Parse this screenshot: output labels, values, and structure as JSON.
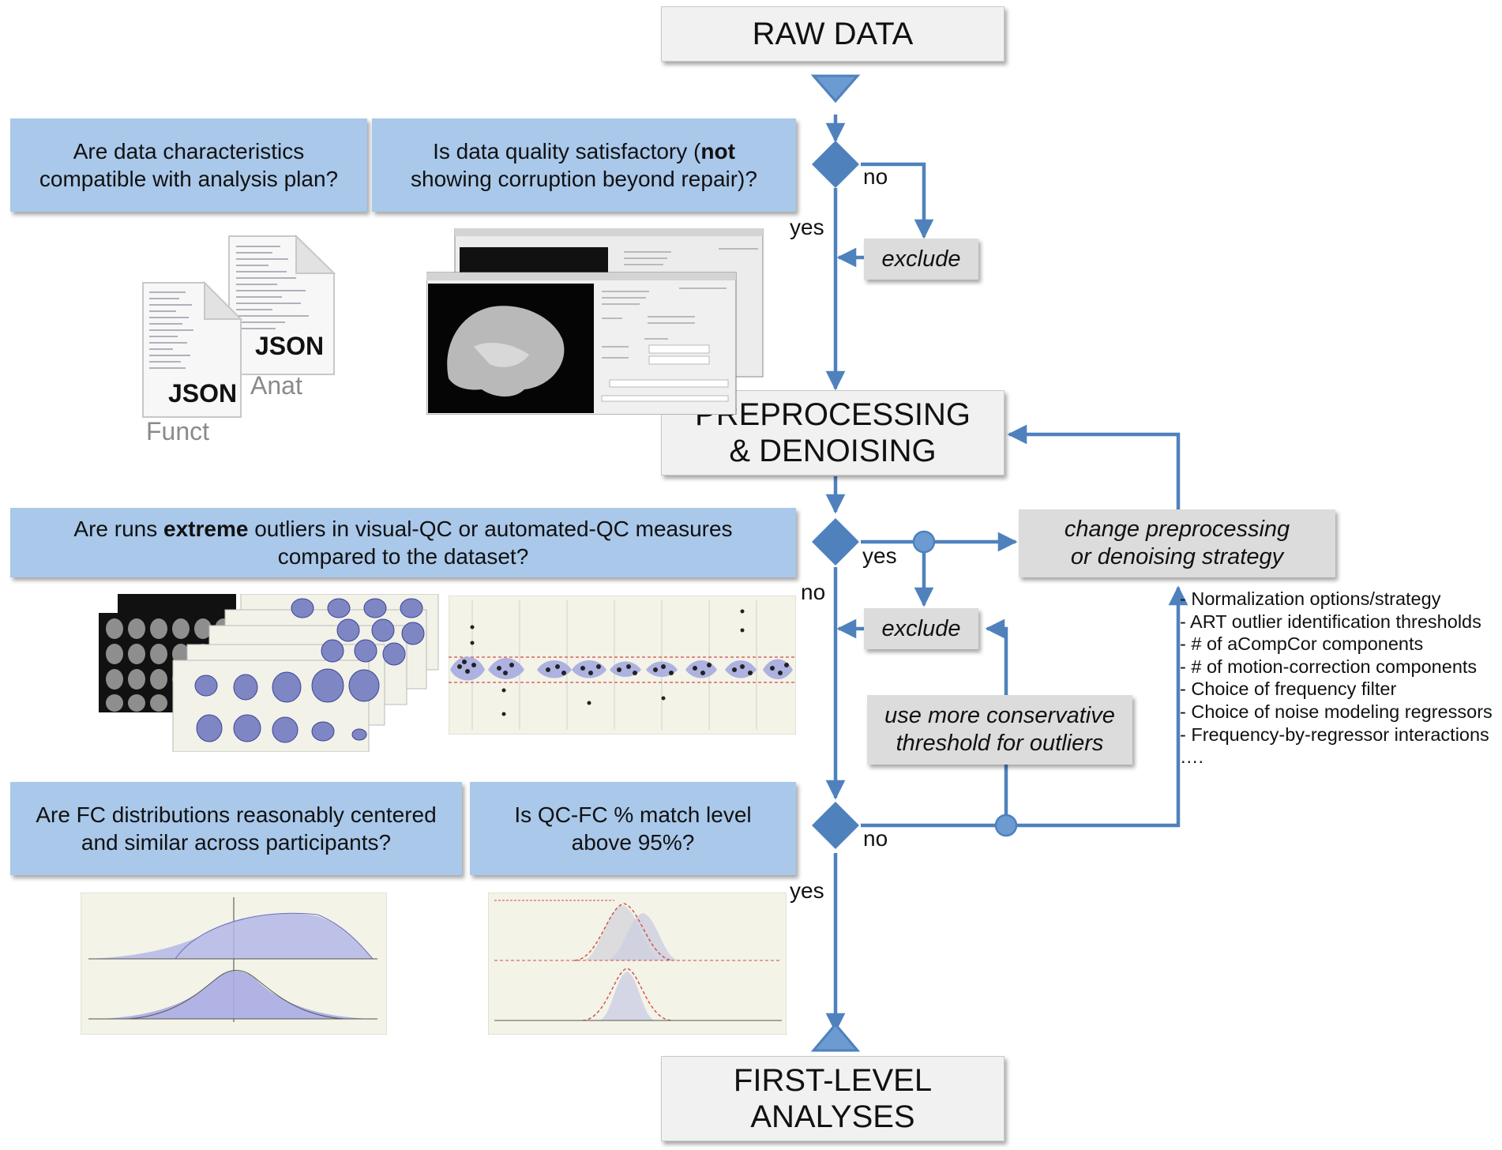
{
  "boxes": {
    "raw_data": "RAW DATA",
    "preprocessing": [
      "PREPROCESSING",
      "& DENOISING"
    ],
    "first_level": [
      "FIRST-LEVEL",
      "ANALYSES"
    ]
  },
  "questions": {
    "q1": [
      "Are data characteristics",
      "compatible with analysis plan?"
    ],
    "q2": {
      "line1_pre": "Is data quality satisfactory (",
      "line1_bold": "not",
      "line2": "showing corruption beyond repair)?"
    },
    "q3": {
      "line1_pre": "Are runs ",
      "line1_bold": "extreme",
      "line1_post": " outliers in visual-QC or automated-QC measures",
      "line2": "compared to the dataset?"
    },
    "q4": [
      "Are FC distributions reasonably centered",
      "and similar across participants?"
    ],
    "q5": [
      "Is QC-FC % match level",
      "above 95%?"
    ]
  },
  "actions": {
    "exclude_1": "exclude",
    "exclude_2": "exclude",
    "change_strategy": [
      "change preprocessing",
      "or denoising strategy"
    ],
    "conservative": [
      "use more conservative",
      "threshold for outliers"
    ]
  },
  "edge_labels": {
    "no_1": "no",
    "yes_1": "yes",
    "yes_2": "yes",
    "no_2": "no",
    "no_3": "no",
    "yes_3": "yes"
  },
  "strategy_options": [
    "- Normalization options/strategy",
    "- ART outlier identification thresholds",
    "- # of aCompCor components",
    "- # of motion-correction components",
    "- Choice of frequency filter",
    "- Choice of noise modeling regressors",
    "- Frequency-by-regressor interactions",
    "  …."
  ],
  "documents": {
    "anat_label": "JSON",
    "anat_caption": "Anat",
    "funct_label": "JSON",
    "funct_caption": "Funct"
  },
  "colors": {
    "arrow": "#4f81bd",
    "question_fill": "#a9c8ea",
    "main_fill": "#f1f1f1",
    "action_fill": "#dcdcdc"
  }
}
